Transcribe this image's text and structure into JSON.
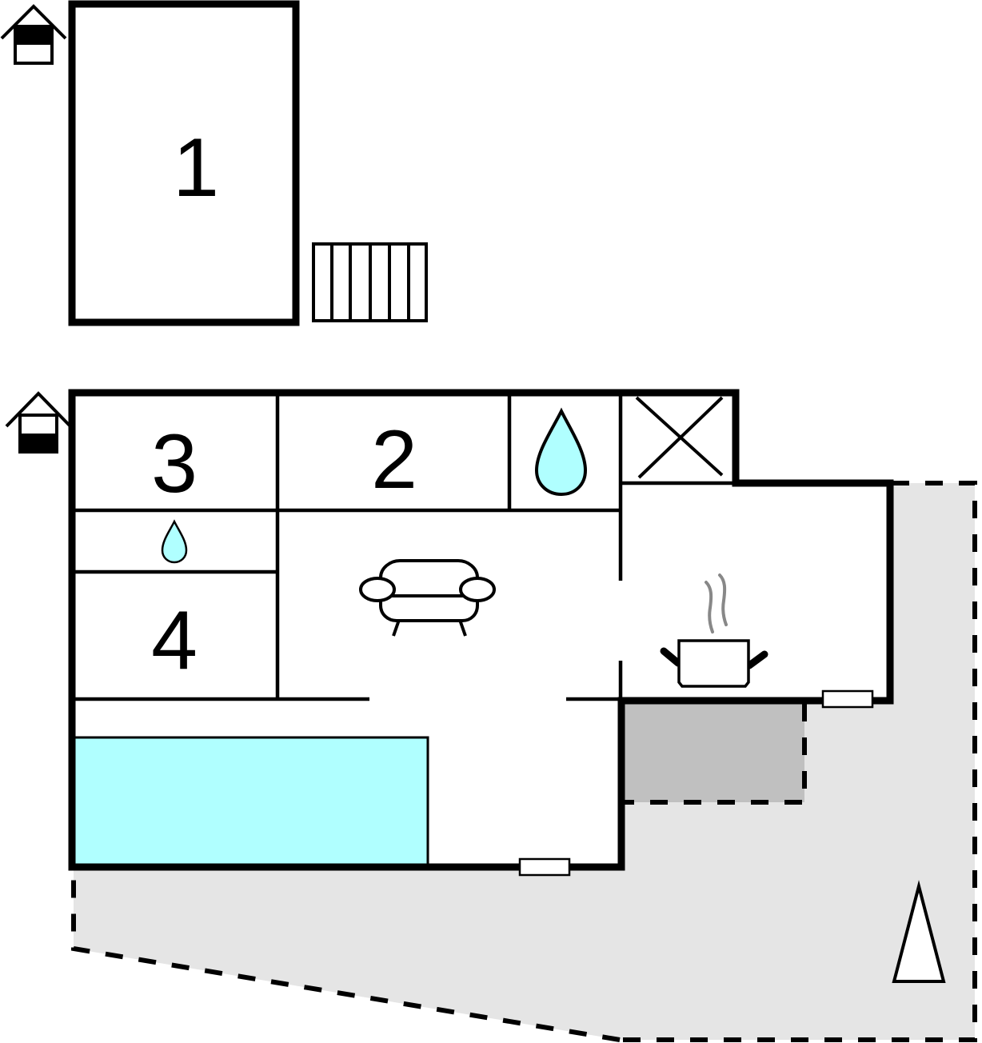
{
  "diagram": {
    "type": "floor plan",
    "colors": {
      "wall": "#000000",
      "water": "#b0ffff",
      "terrace": "#e5e5e5",
      "covered_terrace": "#c0c0c0",
      "steam": "#888888",
      "background": "#ffffff"
    },
    "levels": [
      {
        "icon": "floor-upper-level-icon",
        "rooms": [
          {
            "id": "room-1",
            "label": "1"
          }
        ],
        "features": [
          "stairs"
        ]
      },
      {
        "icon": "floor-ground-level-icon",
        "rooms": [
          {
            "id": "room-2",
            "label": "2"
          },
          {
            "id": "room-3",
            "label": "3"
          },
          {
            "id": "room-4",
            "label": "4"
          }
        ],
        "features": [
          "bathroom-large",
          "bathroom-small",
          "storage-x",
          "living-room-sofa",
          "kitchen-pot",
          "pool",
          "covered-terrace",
          "terrace",
          "windows"
        ]
      }
    ],
    "compass": "north-arrow-icon"
  }
}
